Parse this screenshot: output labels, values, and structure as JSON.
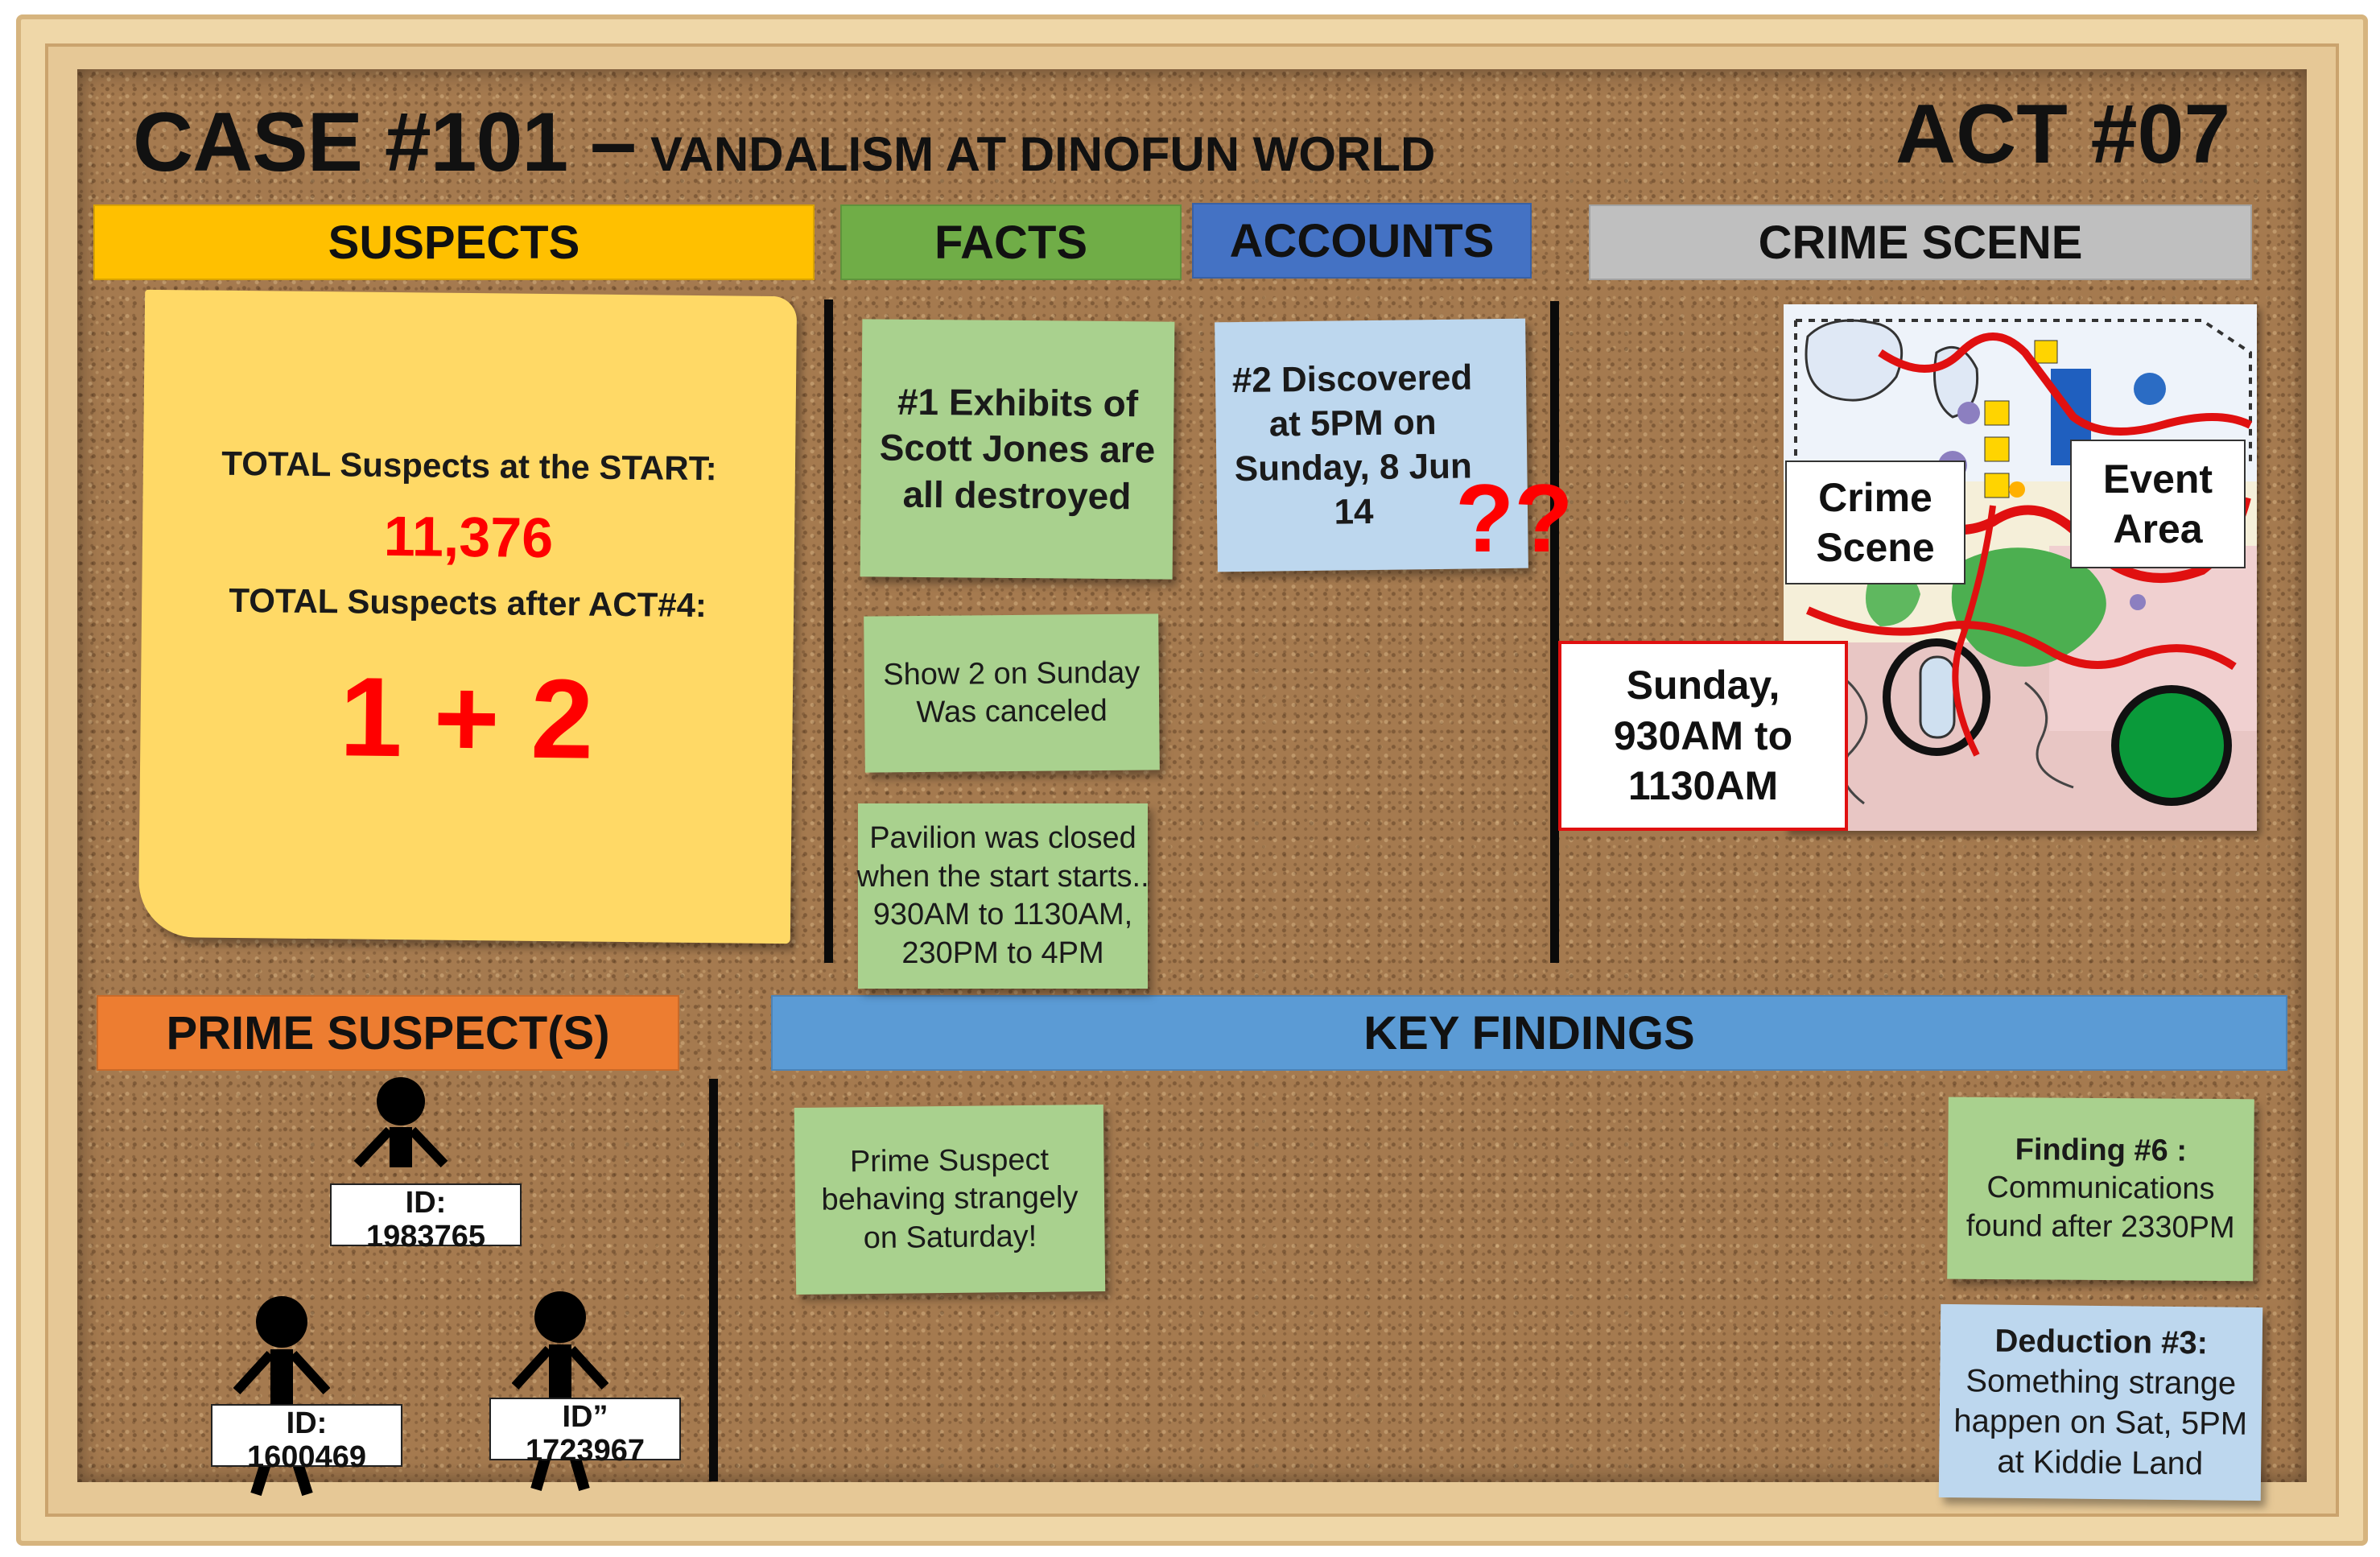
{
  "title": {
    "case_number": "CASE #101 –",
    "case_name": "VANDALISM AT DINOFUN WORLD",
    "act": "ACT #07"
  },
  "headers": {
    "suspects": "SUSPECTS",
    "facts": "FACTS",
    "accounts": "ACCOUNTS",
    "crime_scene": "CRIME SCENE",
    "prime_suspects": "PRIME SUSPECT(S)",
    "key_findings": "KEY FINDINGS"
  },
  "colors": {
    "suspects": "#ffc000",
    "facts": "#70ad47",
    "accounts": "#4472c4",
    "crime_scene": "#bfbfbf",
    "prime_suspects": "#ed7d31",
    "key_findings": "#5b9bd5",
    "alert_red": "#ff0000"
  },
  "suspects_note": {
    "start_label": "TOTAL Suspects at the START:",
    "start_value": "11,376",
    "after_label": "TOTAL Suspects after ACT#4:",
    "after_value": "1 + 2"
  },
  "facts": [
    "#1 Exhibits of Scott Jones are all destroyed",
    "Show 2 on Sunday Was canceled",
    "Pavilion was closed when the start starts.. 930AM to 1130AM, 230PM to 4PM"
  ],
  "accounts": {
    "text": "#2 Discovered at 5PM on Sunday, 8 Jun 14",
    "marks": "??"
  },
  "crime_scene": {
    "crime_label": "Crime Scene",
    "event_label": "Event Area",
    "time_label": "Sunday, 930AM to 1130AM"
  },
  "prime_suspects": [
    {
      "id_label": "ID:",
      "id_number": "1983765"
    },
    {
      "id_label": "ID:",
      "id_number": "1600469"
    },
    {
      "id_label": "ID”",
      "id_number": "1723967"
    }
  ],
  "key_findings": {
    "note1": "Prime Suspect behaving strangely on Saturday!",
    "finding6_title": "Finding #6 :",
    "finding6_text": "Communications found after 2330PM",
    "deduction3_title": "Deduction #3:",
    "deduction3_text": "Something strange happen on Sat, 5PM at Kiddie Land"
  }
}
